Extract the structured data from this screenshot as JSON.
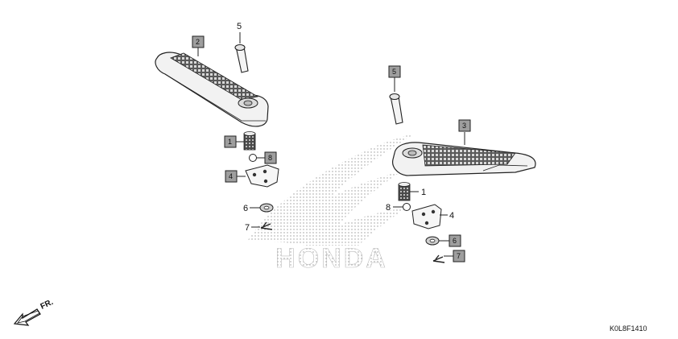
{
  "diagram": {
    "watermark_text": "HONDA",
    "drawing_code": "K0L8F1410",
    "direction_label": "FR.",
    "left_assembly": {
      "step_box_label": "2",
      "pin_label": "5",
      "spring_box_label": "1",
      "ball_box_label": "8",
      "plate_box_label": "4",
      "washer_label": "6",
      "cotter_label": "7"
    },
    "right_assembly": {
      "pin_box_label": "5",
      "step_box_label": "3",
      "spring_label": "1",
      "ball_label": "8",
      "plate_label": "4",
      "washer_box_label": "6",
      "cotter_box_label": "7"
    }
  }
}
